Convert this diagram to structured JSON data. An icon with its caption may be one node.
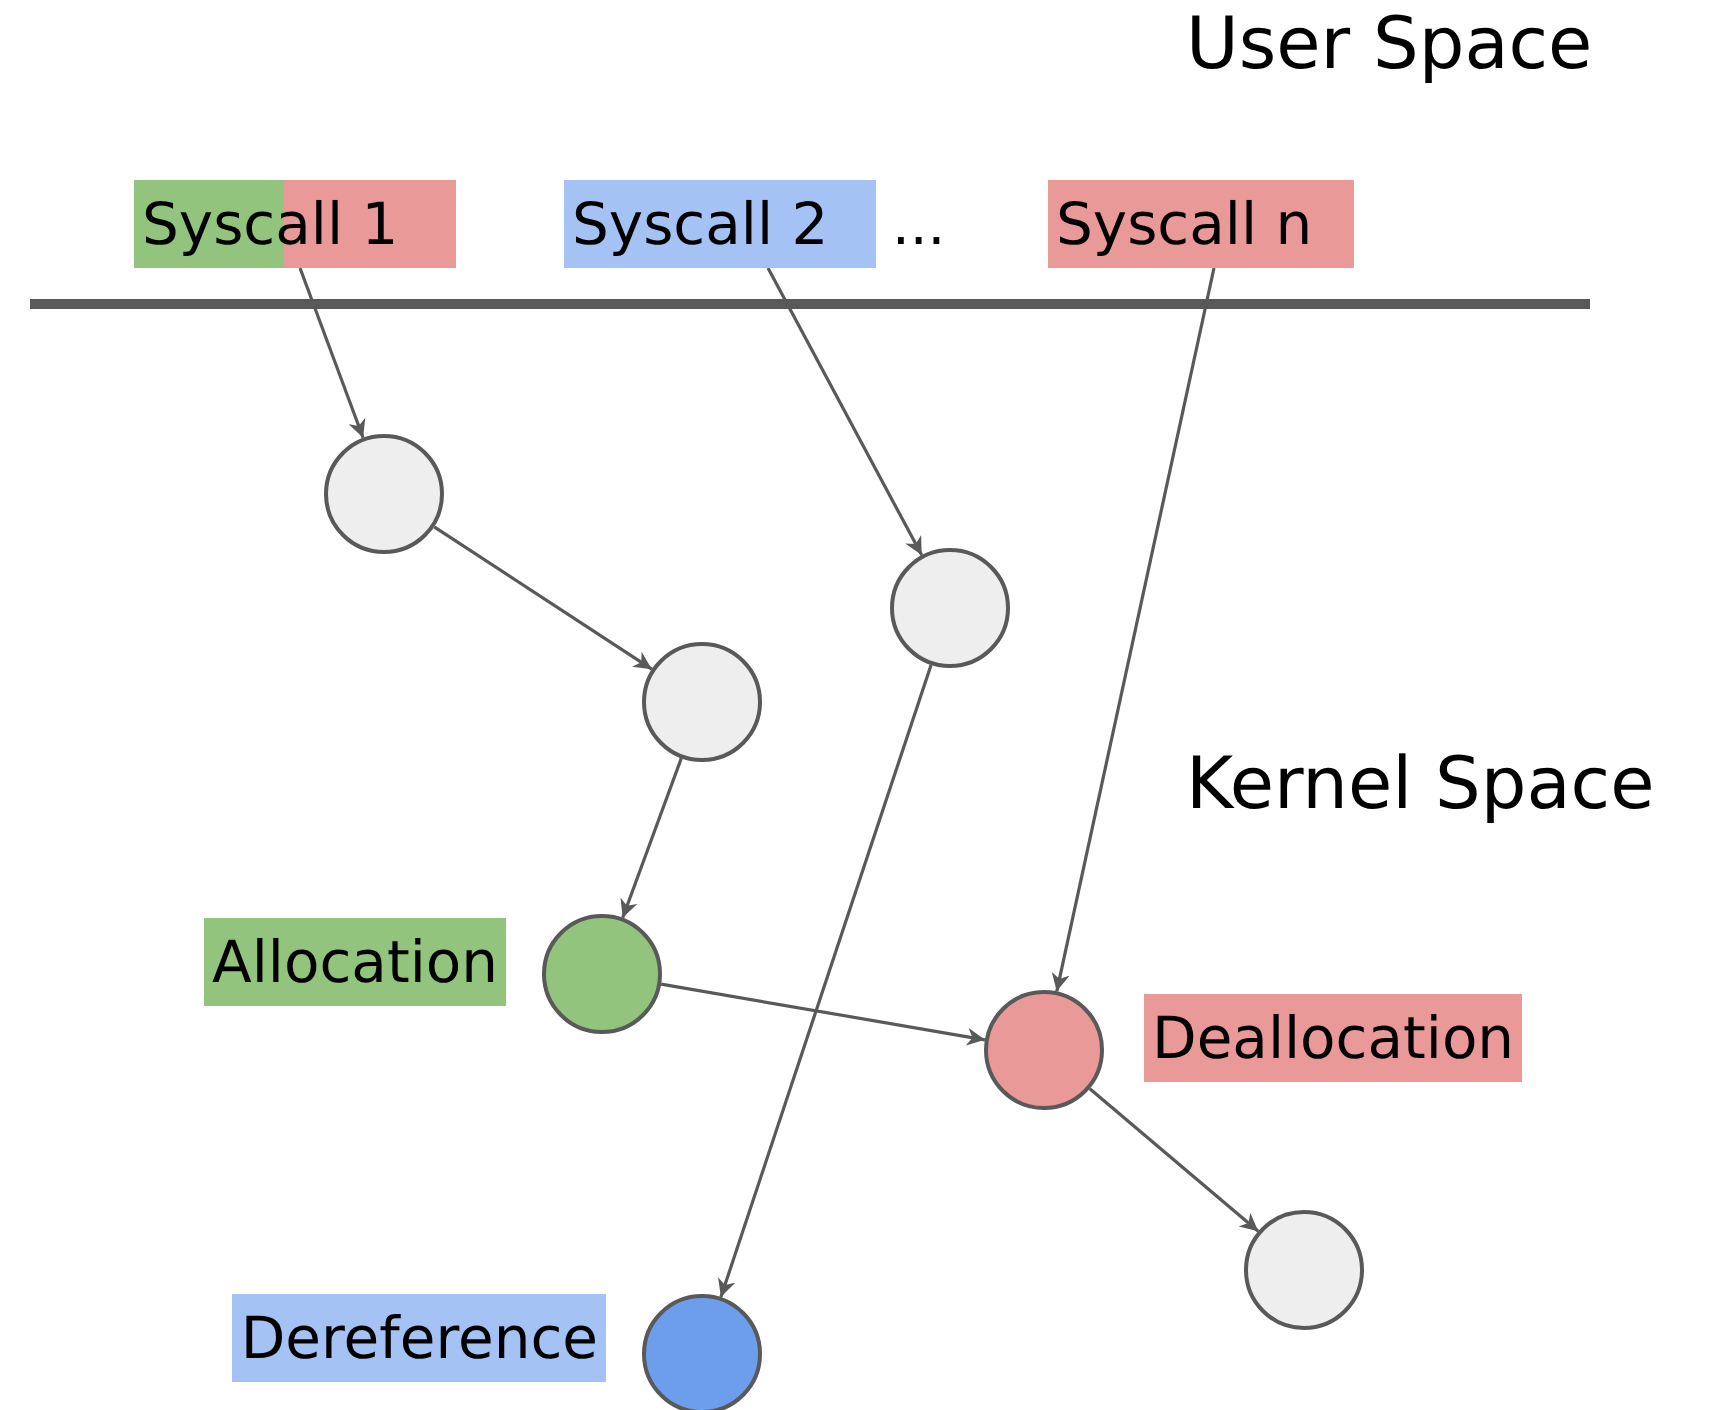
{
  "diagram": {
    "nodes": [
      {
        "text": [
          "Syscall 1"
        ]
      },
      {
        "text": [
          "Syscall 2"
        ]
      },
      {
        "text": [
          "Syscall n"
        ]
      },
      {
        "text": [],
        "shape": "circle"
      },
      {
        "text": [],
        "shape": "circle"
      },
      {
        "text": [],
        "shape": "circle"
      },
      {
        "text": [],
        "shape": "circle",
        "beside": [
          "Allocation"
        ]
      },
      {
        "text": [],
        "shape": "circle",
        "beside": [
          "Deallocation"
        ]
      },
      {
        "text": [],
        "shape": "circle"
      },
      {
        "text": [],
        "shape": "circle",
        "beside": [
          "Dereference"
        ]
      }
    ],
    "edges": [
      {
        "from": 0,
        "to": 3,
        "arrow": "to"
      },
      {
        "from": 3,
        "to": 5,
        "arrow": "to"
      },
      {
        "from": 5,
        "to": 6,
        "arrow": "to"
      },
      {
        "from": 6,
        "to": 7,
        "arrow": "to"
      },
      {
        "from": 1,
        "to": 4,
        "arrow": "to"
      },
      {
        "from": 4,
        "to": 9,
        "arrow": "to"
      },
      {
        "from": 2,
        "to": 7,
        "arrow": "to"
      },
      {
        "from": 7,
        "to": 8,
        "arrow": "to"
      }
    ],
    "labels": [
      "User Space",
      "...",
      "Kernel Space"
    ]
  }
}
